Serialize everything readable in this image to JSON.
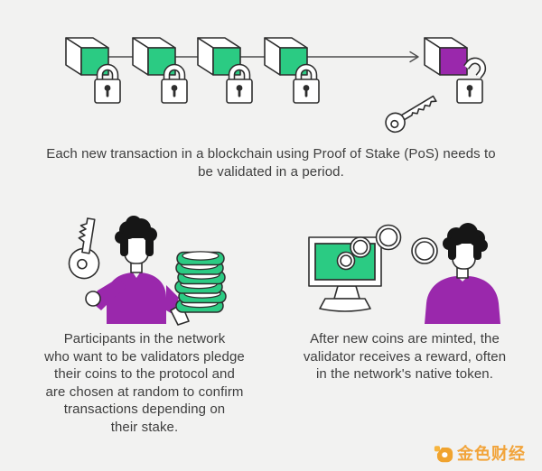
{
  "colors": {
    "background": "#f2f2f1",
    "block_green": "#2bcb83",
    "accent_purple": "#9a28ac",
    "outline": "#2e2e2e",
    "text": "#3e3e3e",
    "connector": "#4d4d4d",
    "logo_orange": "#f2a43a"
  },
  "chain_diagram": {
    "green_block_count": 4,
    "icons": [
      "cube-block-icon",
      "padlock-closed-icon",
      "padlock-open-icon",
      "key-icon",
      "arrow-icon"
    ],
    "caption_lines": [
      "Each new transaction in a blockchain using Proof of Stake (PoS) needs to",
      "be validated in a period."
    ]
  },
  "participants_section": {
    "illustration_icons": [
      "key-icon",
      "person-icon",
      "coin-stack-icon"
    ],
    "lines": [
      "Participants in the network",
      "who want to be validators pledge",
      "their coins to the protocol and",
      "are chosen at random to confirm",
      "transactions depending on",
      "their stake."
    ]
  },
  "reward_section": {
    "illustration_icons": [
      "monitor-icon",
      "coins-icon",
      "person-icon"
    ],
    "lines": [
      "After new coins are minted, the",
      "validator receives a reward, often",
      "in the network's native token."
    ]
  },
  "footer": {
    "brand_text": "金色财经"
  }
}
